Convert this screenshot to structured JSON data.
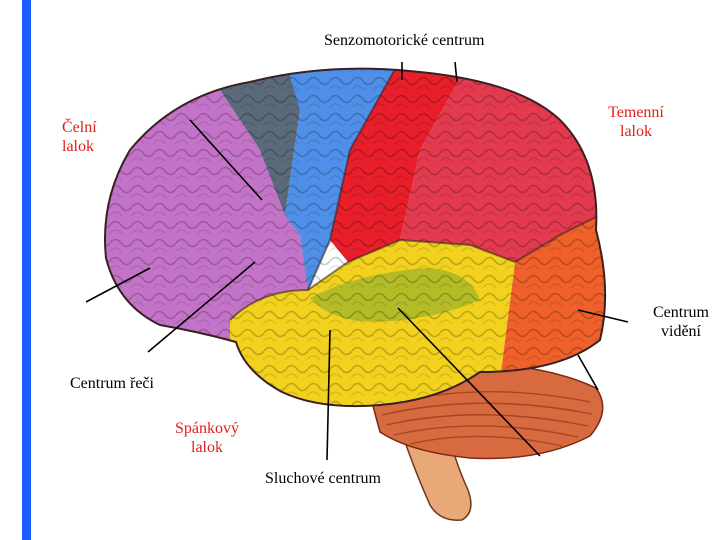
{
  "labels": {
    "sensorimotor": "Senzomotorické centrum",
    "frontal_1": "Čelní",
    "frontal_2": "lalok",
    "parietal_1": "Temenní",
    "parietal_2": "lalok",
    "visual_1": "Centrum",
    "visual_2": "vidění",
    "speech": "Centrum řeči",
    "temporal_1": "Spánkový",
    "temporal_2": "lalok",
    "auditory": "Sluchové centrum"
  },
  "colors": {
    "accent_bar": "#1a5cff",
    "red_label": "#e0201a",
    "black_label": "#000000",
    "frontal_lobe": "#c474c8",
    "motor_strip": "#4f8fe8",
    "sensory_strip": "#e81e2a",
    "parietal_lobe": "#e23a4e",
    "occipital_lobe": "#f0602a",
    "temporal_lobe": "#f2d21e",
    "auditory_area": "#a8b828",
    "cerebellum": "#d86a40",
    "brainstem": "#e8a878",
    "premotor_area": "#5a6a7a"
  }
}
